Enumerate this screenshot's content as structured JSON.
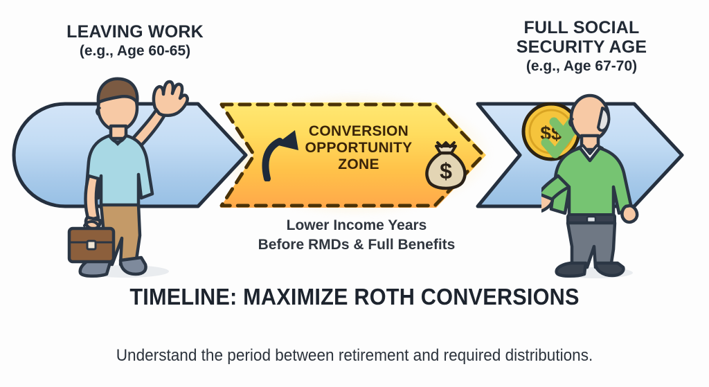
{
  "headers": {
    "left": {
      "title": "LEAVING WORK",
      "subtitle": "(e.g., Age 60-65)"
    },
    "right": {
      "title_line1": "FULL SOCIAL",
      "title_line2": "SECURITY AGE",
      "subtitle": "(e.g., Age 67-70)"
    }
  },
  "zone": {
    "label_line1": "CONVERSION",
    "label_line2": "OPPORTUNITY",
    "label_line3": "ZONE",
    "caption_line1": "Lower Income Years",
    "caption_line2": "Before RMDs & Full Benefits",
    "arrow_icon": "curved-up-right-arrow-icon",
    "money_icon": "money-bag-icon",
    "money_symbol": "$"
  },
  "title": "TIMELINE: MAXIMIZE ROTH CONVERSIONS",
  "footer": "Understand the period between retirement and required distributions.",
  "figures": {
    "left": {
      "name": "waving-worker-with-briefcase",
      "shirt": "#a8d8e4",
      "pants": "#c49a68",
      "hair": "#7b5a42",
      "shoes": "#7e8a9c",
      "briefcase": "#8c5f3c"
    },
    "right": {
      "name": "retiree-receiving-money",
      "sweater": "#76c472",
      "pants": "#6f7884",
      "shoes": "#3b4450"
    }
  },
  "coin": {
    "label": "$$",
    "check_icon": "green-checkmark-icon",
    "coin_color": "#f5c43c",
    "check_color": "#7cc06a"
  },
  "colors": {
    "band_blue_top": "#d4e5f8",
    "band_blue_bottom": "#96bfe4",
    "zone_yellow": "#ffe873",
    "zone_orange": "#ffa84a",
    "outline": "#25303f",
    "dash": "#4a3208"
  }
}
